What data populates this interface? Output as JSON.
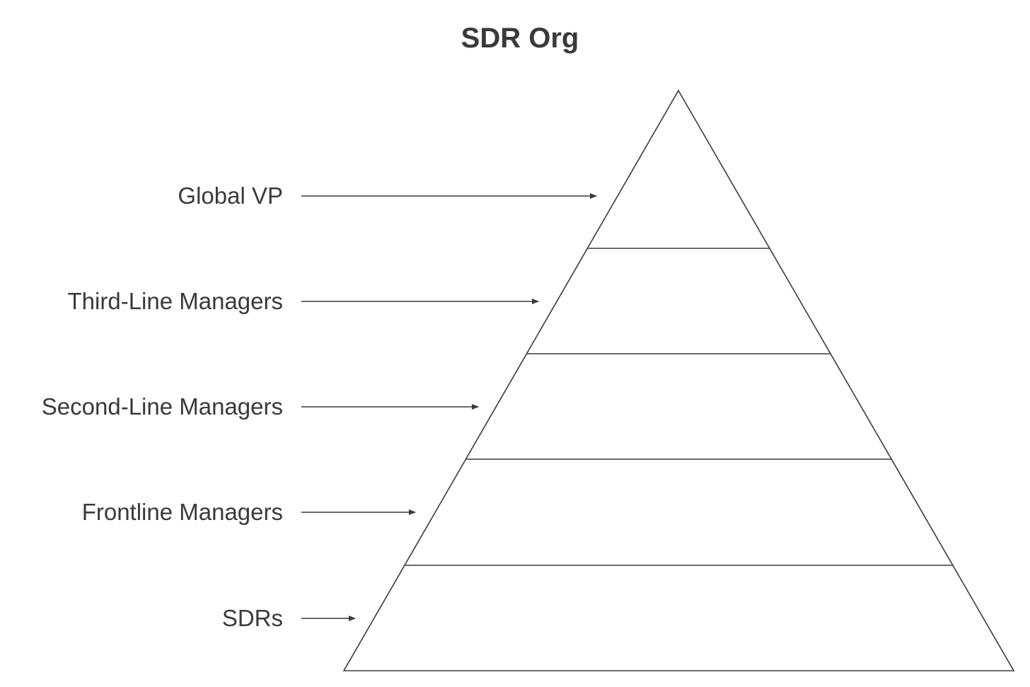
{
  "title": "SDR Org",
  "tiers": [
    {
      "label": "Global VP"
    },
    {
      "label": "Third-Line Managers"
    },
    {
      "label": "Second-Line Managers"
    },
    {
      "label": "Frontline Managers"
    },
    {
      "label": "SDRs"
    }
  ],
  "colors": {
    "text": "#3a3a3a",
    "stroke": "#3a3a3a",
    "background": "#ffffff"
  }
}
